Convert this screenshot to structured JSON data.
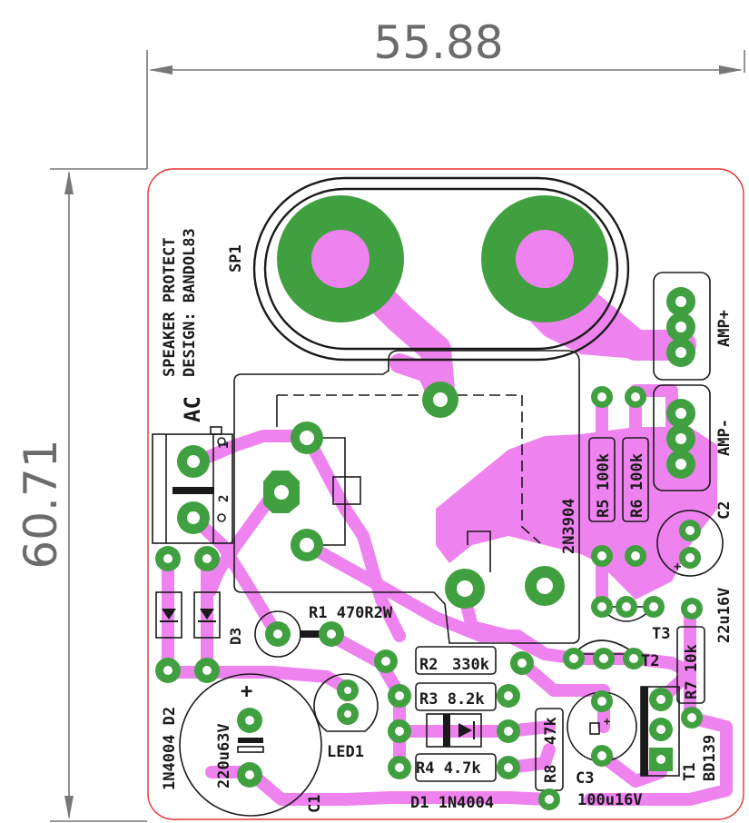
{
  "dimensions": {
    "width": "55.88",
    "height": "60.71"
  },
  "board": {
    "title_line1": "SPEAKER PROTECT",
    "title_line2": "DESIGN: BANDOL83"
  },
  "components": {
    "sp1": "SP1",
    "ac": "AC",
    "ac_pin1": "1",
    "ac_pin2": "2",
    "r1": "R1 470R2W",
    "d3": "D3",
    "d2": "1N4004 D2",
    "c1": "C1",
    "c1_value": "220u63V",
    "c1_plus": "+",
    "led1": "LED1",
    "r2": "R2",
    "r2_value": "330k",
    "r3": "R3 8.2k",
    "r4": "R4  4.7k",
    "d1": "D1 1N4004",
    "r8": "R8",
    "r8_value": "47k",
    "c3": "C3",
    "c3_value": "100u16V",
    "t1": "T1",
    "t1_value": "BD139",
    "t2": "T2",
    "t3": "T3",
    "r7": "R7",
    "r7_value": "10k",
    "c2": "C2",
    "c2_value": "22u16V",
    "r5": "R5",
    "r5_value": "100k",
    "r6": "R6",
    "r6_value": "100k",
    "q_label": "2N3904",
    "amp_plus": "AMP+",
    "amp_minus": "AMP-"
  },
  "colors": {
    "copper": "#ee82ee",
    "pad": "#40a040",
    "silkscreen": "#1a1a1a",
    "board_edge": "#e83030",
    "dimension": "#6b6b6b"
  }
}
